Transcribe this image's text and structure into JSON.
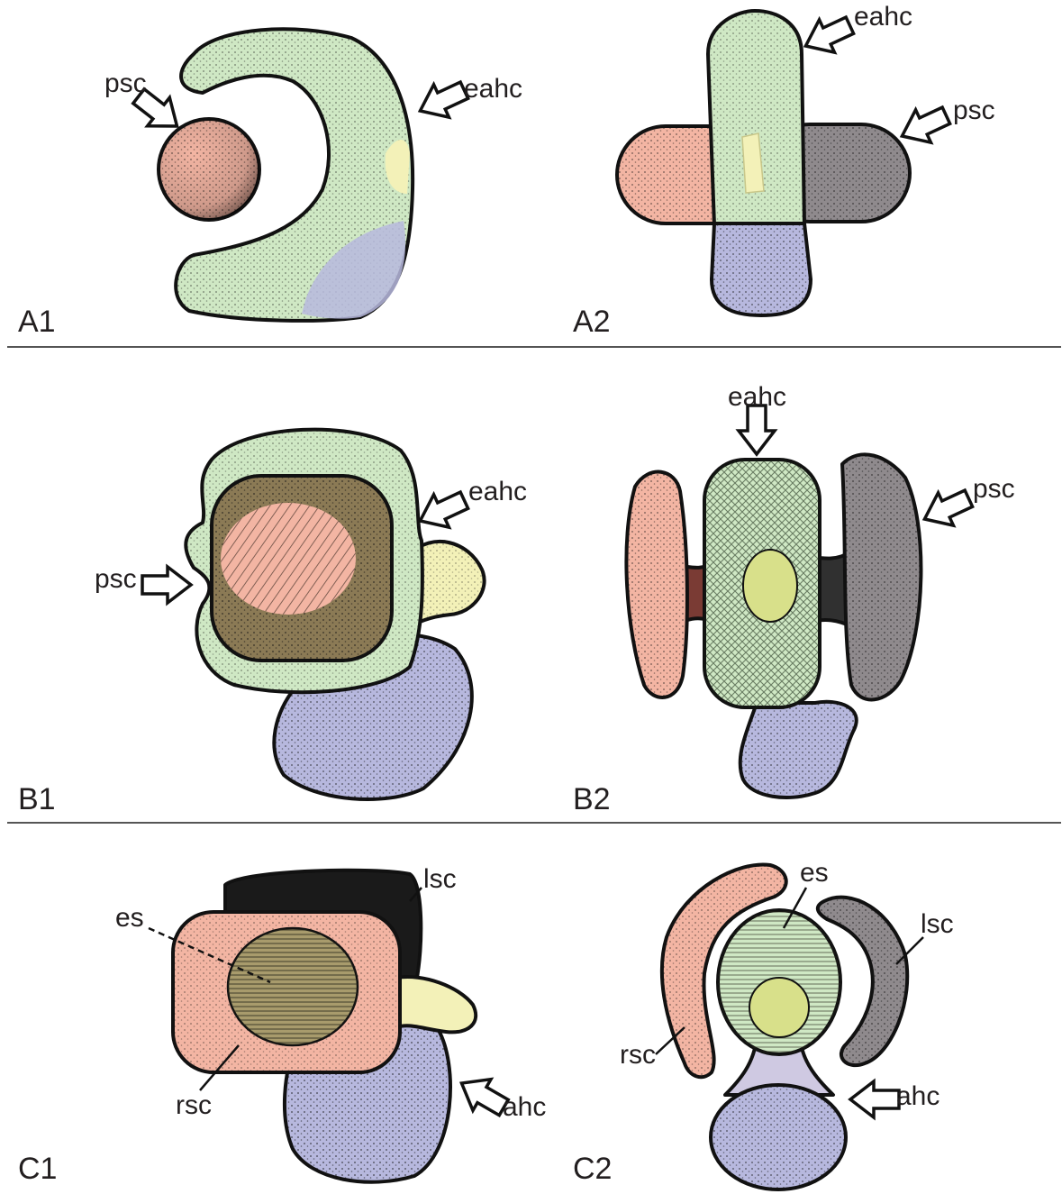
{
  "colors": {
    "green": "#cfe8c4",
    "pink": "#f3b5a3",
    "blue": "#b7b8de",
    "grey": "#8f8a8d",
    "yellow": "#f3f1b8",
    "ink": "#111111",
    "separator": "#555555"
  },
  "panels": {
    "A1": {
      "label": "A1",
      "psc": "psc",
      "eahc": "eahc"
    },
    "A2": {
      "label": "A2",
      "eahc": "eahc",
      "psc": "psc"
    },
    "B1": {
      "label": "B1",
      "eahc": "eahc",
      "psc": "psc"
    },
    "B2": {
      "label": "B2",
      "eahc": "eahc",
      "psc": "psc"
    },
    "C1": {
      "label": "C1",
      "es": "es",
      "lsc": "lsc",
      "rsc": "rsc",
      "ahc": "ahc"
    },
    "C2": {
      "label": "C2",
      "es": "es",
      "lsc": "lsc",
      "rsc": "rsc",
      "ahc": "ahc"
    }
  }
}
